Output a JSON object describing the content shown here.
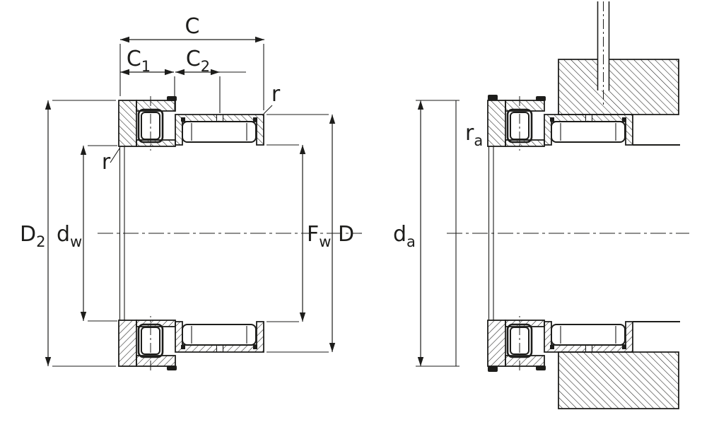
{
  "drawing": {
    "colors": {
      "line": "#1d1d1b",
      "background": "#ffffff",
      "hatch": "#1d1d1b"
    }
  },
  "labels": {
    "c": {
      "main": "C",
      "sub": ""
    },
    "c1": {
      "main": "C",
      "sub": "1"
    },
    "c2": {
      "main": "C",
      "sub": "2"
    },
    "r_outer": {
      "main": "r",
      "sub": ""
    },
    "r_inner": {
      "main": "r",
      "sub": ""
    },
    "d2": {
      "main": "D",
      "sub": "2"
    },
    "dw": {
      "main": "d",
      "sub": "w"
    },
    "fw": {
      "main": "F",
      "sub": "w"
    },
    "d": {
      "main": "D",
      "sub": ""
    },
    "ra": {
      "main": "r",
      "sub": "a"
    },
    "da": {
      "main": "d",
      "sub": "a"
    }
  }
}
